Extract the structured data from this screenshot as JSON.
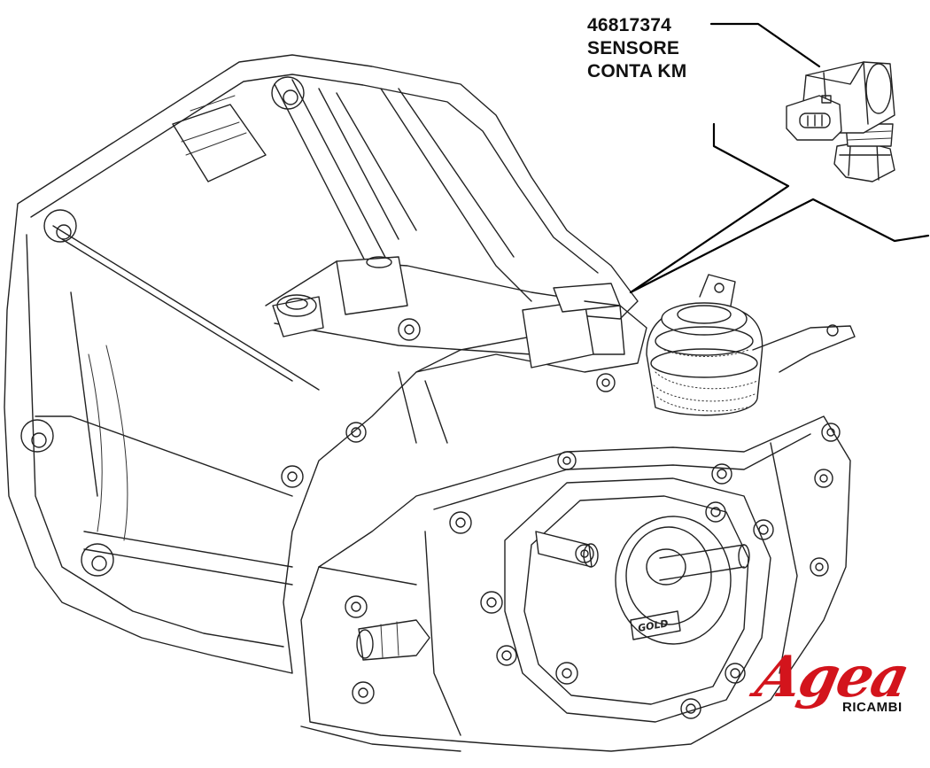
{
  "part": {
    "number": "46817374",
    "name_line1": "SENSORE",
    "name_line2": "CONTA KM"
  },
  "brand": {
    "name": "Agea",
    "subtitle": "RICAMBI",
    "color": "#d3141c"
  },
  "casting_mark": "GOLD"
}
